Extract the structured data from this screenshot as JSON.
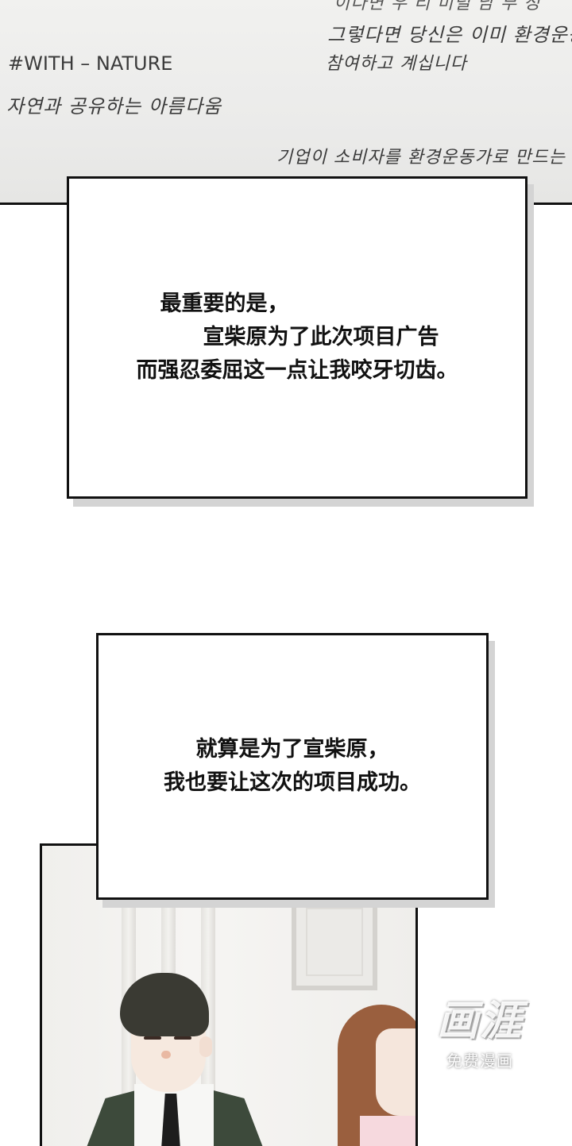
{
  "top_notes": {
    "line0": "이다면 우 리 미덜 남 부 정",
    "line1": "그렇다면 당신은 이미 환경운동 챌린",
    "line2": "참여하고 계십니다",
    "hashtag": "#WITH – NATURE",
    "line4": "자연과 공유하는 아름다움",
    "line5": "기업이 소비자를 환경운동가로 만드는"
  },
  "narration_1": {
    "line1": "最重要的是，",
    "line2": "宣柴原为了此次项目广告",
    "line3": "而强忍委屈这一点让我咬牙切齿。"
  },
  "narration_2": {
    "line1": "就算是为了宣柴原，",
    "line2": "我也要让这次的项目成功。"
  },
  "watermark": {
    "logo": "画涯",
    "subtitle": "免费漫画"
  }
}
